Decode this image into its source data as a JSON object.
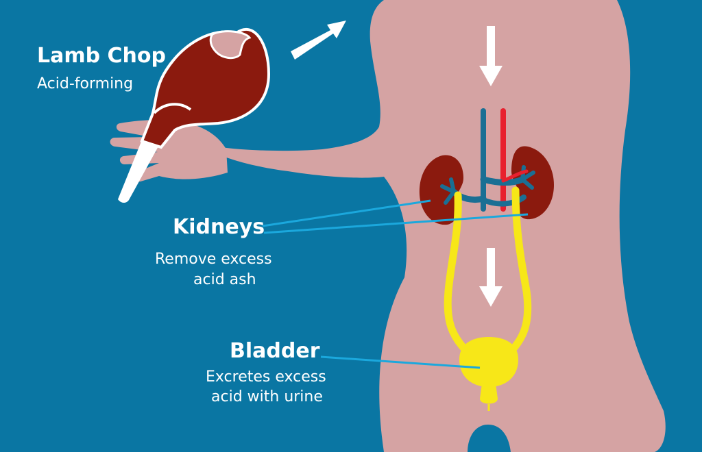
{
  "labels": {
    "lamb": {
      "title": "Lamb Chop",
      "desc": "Acid-forming"
    },
    "kidneys": {
      "title": "Kidneys",
      "desc_line1": "Remove excess",
      "desc_line2": "acid ash"
    },
    "bladder": {
      "title": "Bladder",
      "desc_line1": "Excretes excess",
      "desc_line2": "acid with urine"
    }
  },
  "colors": {
    "background": "#0a76a3",
    "body": "#d5a3a3",
    "meat": "#8b1a0e",
    "kidney": "#8b1a0e",
    "vein": "#1a6f94",
    "artery": "#e8202e",
    "urinary": "#f7e718",
    "leader_line": "#1ba8dd",
    "arrow": "#ffffff"
  }
}
